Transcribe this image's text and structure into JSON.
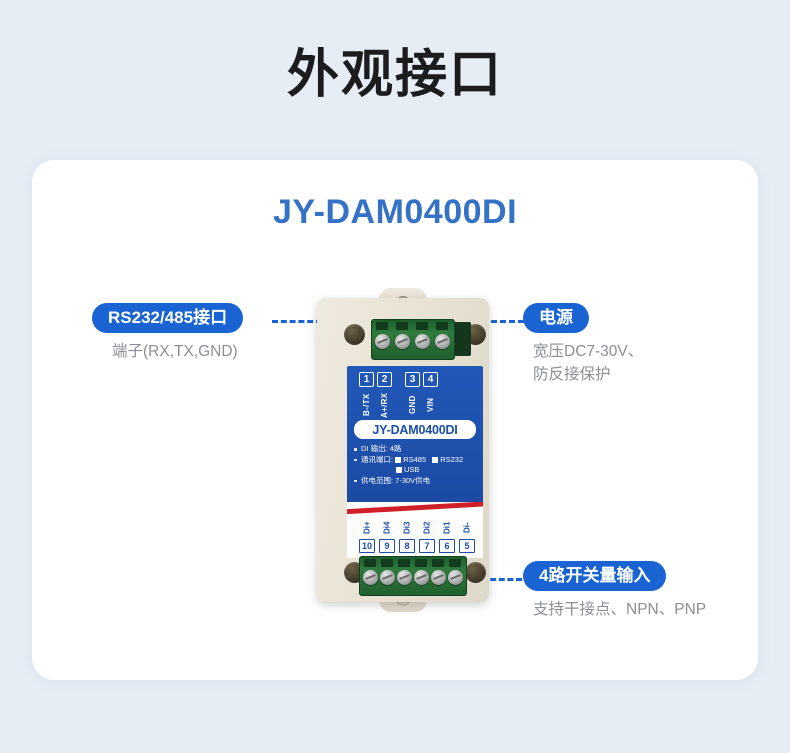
{
  "heading": "外观接口",
  "product_title": "JY-DAM0400DI",
  "callouts": {
    "left": {
      "pill": "RS232/485接口",
      "sub": "端子(RX,TX,GND)"
    },
    "right": {
      "pill": "电源",
      "sub_line1": "宽压DC7-30V、",
      "sub_line2": "防反接保护"
    },
    "bottom": {
      "pill": "4路开关量输入",
      "sub": "支持干接点、NPN、PNP"
    }
  },
  "device": {
    "model_label": "JY-DAM0400DI",
    "top_pins": [
      {
        "num": "1",
        "label": "B-/TX"
      },
      {
        "num": "2",
        "label": "A+/RX"
      },
      {
        "num": "3",
        "label": "GND"
      },
      {
        "num": "4",
        "label": "VIN"
      }
    ],
    "bottom_pins": [
      {
        "num": "10",
        "label": "Di+"
      },
      {
        "num": "9",
        "label": "Di4"
      },
      {
        "num": "8",
        "label": "Di3"
      },
      {
        "num": "7",
        "label": "Di2"
      },
      {
        "num": "6",
        "label": "Di1"
      },
      {
        "num": "5",
        "label": "Di-"
      }
    ],
    "specs": {
      "output": "DI 输出: 4路",
      "port_prefix": "通讯端口:",
      "port_opt1": "RS485",
      "port_opt2": "RS232",
      "port_opt3": "USB",
      "power": "供电范围: 7-30V供电"
    }
  },
  "colors": {
    "background": "#e7edf5",
    "card": "#ffffff",
    "accent_blue": "#1964d2",
    "title_blue": "#3571c4",
    "panel_blue": "#2158b8",
    "stripe_red": "#cf2027",
    "shell_beige": "#e9e3d5",
    "terminal_green": "#2f7a3e",
    "sub_gray": "#8b8f96"
  }
}
